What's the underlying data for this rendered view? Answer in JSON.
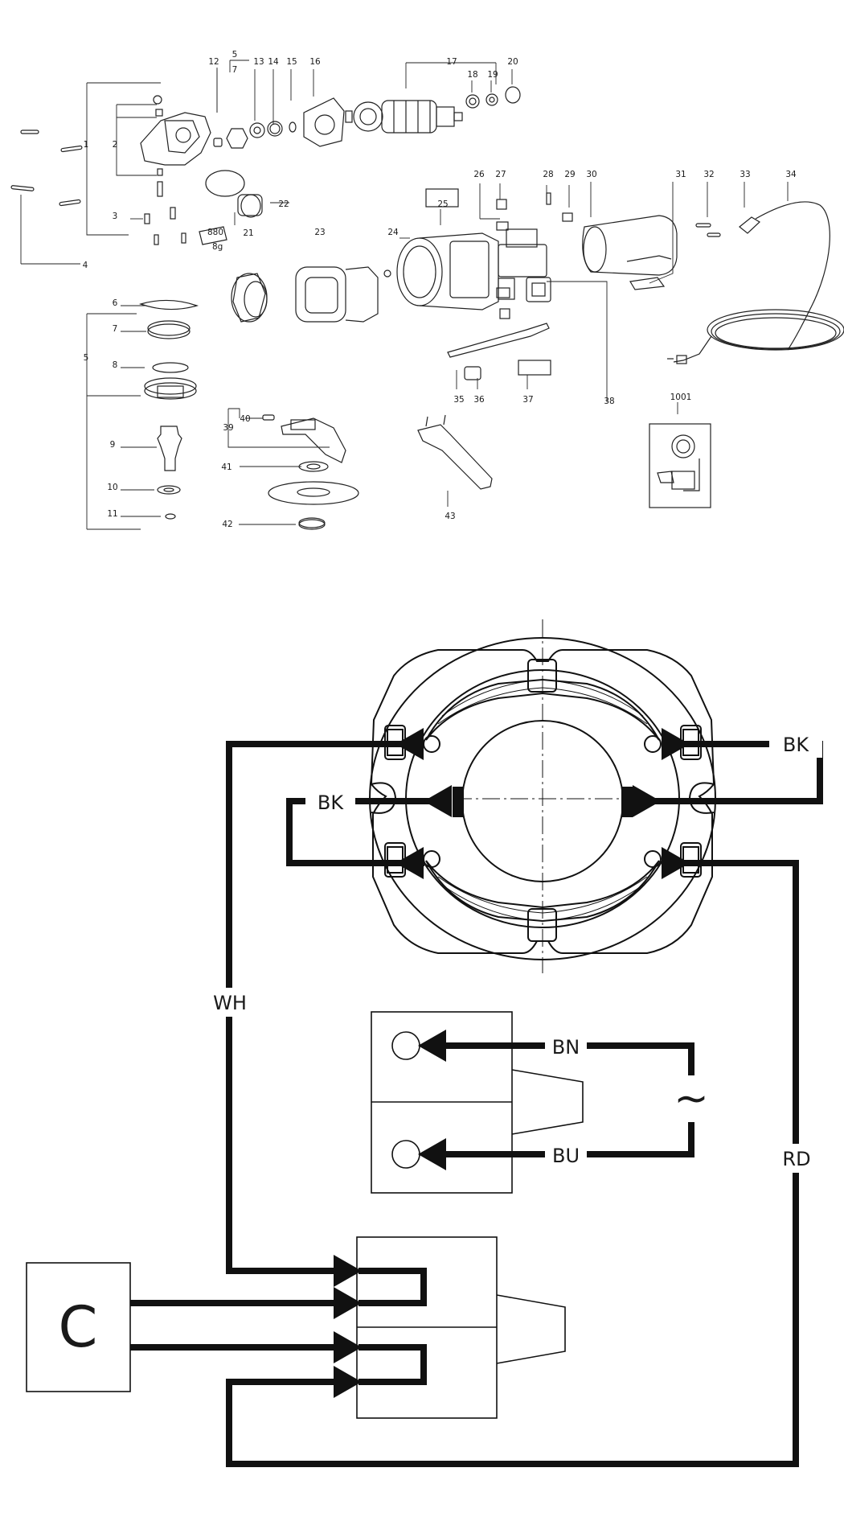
{
  "exploded_view": {
    "part_numbers": [
      "1",
      "2",
      "3",
      "4",
      "5",
      "6",
      "7",
      "8",
      "9",
      "10",
      "11",
      "12",
      "13",
      "14",
      "15",
      "16",
      "17",
      "18",
      "19",
      "20",
      "21",
      "22",
      "23",
      "24",
      "25",
      "26",
      "27",
      "28",
      "29",
      "30",
      "31",
      "32",
      "33",
      "34",
      "35",
      "36",
      "37",
      "38",
      "39",
      "40",
      "41",
      "42",
      "43",
      "1001"
    ],
    "bracket_5": "5",
    "bracket_7": "7",
    "grease_label": "880",
    "grease_amount": "8g"
  },
  "wiring_diagram": {
    "labels": {
      "bk_right": "BK",
      "bk_left": "BK",
      "wh": "WH",
      "bn": "BN",
      "bu": "BU",
      "rd": "RD",
      "mains_symbol": "~",
      "capacitor_symbol": "C"
    },
    "colors": {
      "line": "#111111",
      "background": "#ffffff"
    }
  }
}
